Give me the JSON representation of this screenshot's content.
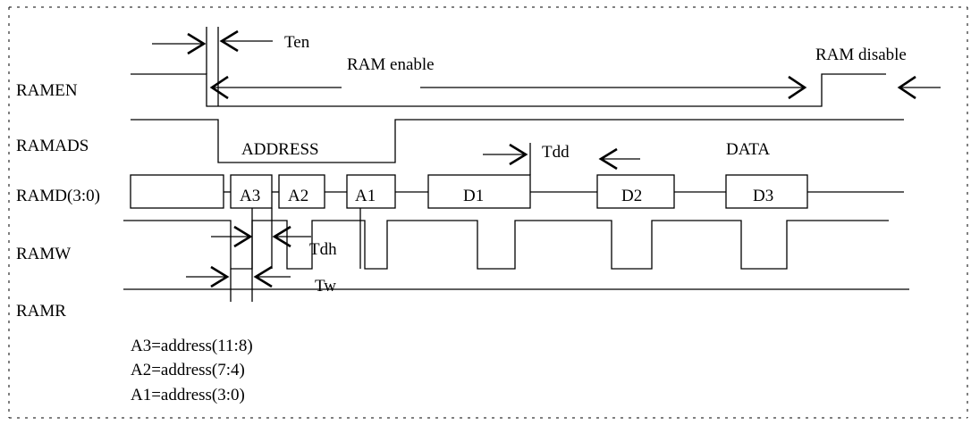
{
  "signals": {
    "ramen": "RAMEN",
    "ramads": "RAMADS",
    "ramd": "RAMD(3:0)",
    "ramw": "RAMW",
    "ramr": "RAMR"
  },
  "annotations": {
    "ten": "Ten",
    "ram_enable": "RAM enable",
    "ram_disable": "RAM disable",
    "address": "ADDRESS",
    "tdd": "Tdd",
    "data": "DATA",
    "tdh": "Tdh",
    "tw": "Tw"
  },
  "bus_values": {
    "a3": "A3",
    "a2": "A2",
    "a1": "A1",
    "d1": "D1",
    "d2": "D2",
    "d3": "D3"
  },
  "legend": {
    "line1": "A3=address(11:8)",
    "line2": "A2=address(7:4)",
    "line3": "A1=address(3:0)"
  }
}
